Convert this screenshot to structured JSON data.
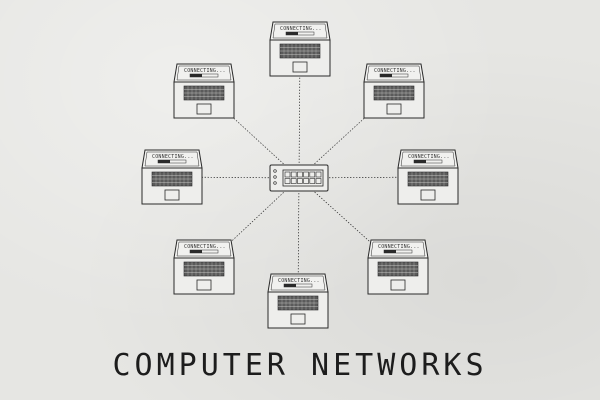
{
  "caption": "COMPUTER NETWORKS",
  "hub": {
    "icon": "network-switch-icon"
  },
  "laptops": [
    {
      "id": "top",
      "screen_text": "CONNECTING..."
    },
    {
      "id": "upper-right",
      "screen_text": "CONNECTING..."
    },
    {
      "id": "right",
      "screen_text": "CONNECTING..."
    },
    {
      "id": "lower-right",
      "screen_text": "CONNECTING..."
    },
    {
      "id": "bottom",
      "screen_text": "CONNECTING..."
    },
    {
      "id": "lower-left",
      "screen_text": "CONNECTING..."
    },
    {
      "id": "left",
      "screen_text": "CONNECTING..."
    },
    {
      "id": "upper-left",
      "screen_text": "CONNECTING..."
    }
  ],
  "colors": {
    "ink": "#2a2a2a",
    "paper": "#e6e6e3"
  }
}
